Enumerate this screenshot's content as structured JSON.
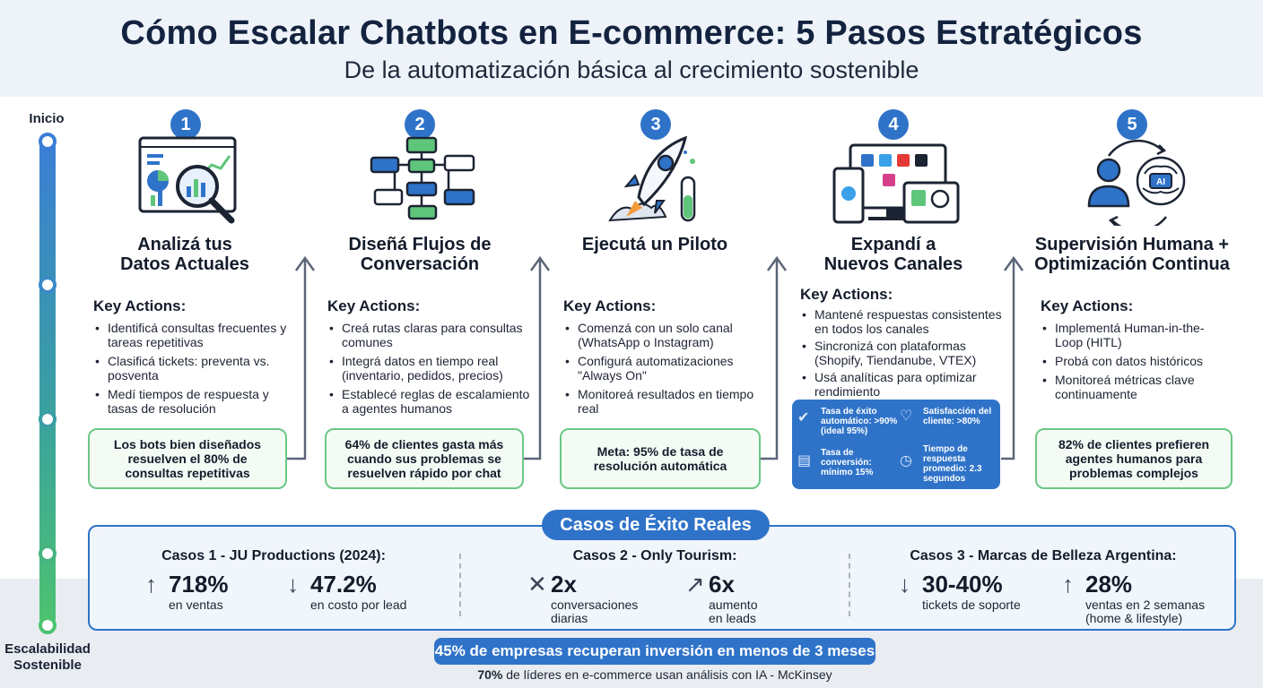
{
  "header": {
    "title": "Cómo Escalar Chatbots en E-commerce: 5 Pasos Estratégicos",
    "subtitle": "De la automatización básica al crecimiento sostenible"
  },
  "timeline": {
    "start_label": "Inicio",
    "end_label_line1": "Escalabilidad",
    "end_label_line2": "Sostenible"
  },
  "key_actions_label": "Key Actions:",
  "steps": [
    {
      "number": "1",
      "title_line1": "Analizá tus",
      "title_line2": "Datos Actuales",
      "actions": [
        "Identificá consultas frecuentes y tareas repetitivas",
        "Clasificá tickets: preventa vs. posventa",
        "Medí tiempos de respuesta y tasas de resolución"
      ],
      "stat": "Los bots bien diseñados resuelven el 80% de consultas repetitivas"
    },
    {
      "number": "2",
      "title_line1": "Diseñá Flujos de",
      "title_line2": "Conversación",
      "actions": [
        "Creá rutas claras para consultas comunes",
        "Integrá datos en tiempo real (inventario, pedidos, precios)",
        "Establecé reglas de escalamiento a agentes humanos"
      ],
      "stat": "64% de clientes gasta más cuando sus problemas se resuelven rápido por chat"
    },
    {
      "number": "3",
      "title_line1": "Ejecutá un Piloto",
      "title_line2": "",
      "actions": [
        "Comenzá con un solo canal (WhatsApp o Instagram)",
        "Configurá automatizaciones \"Always On\"",
        "Monitoreá resultados en tiempo real"
      ],
      "stat": "Meta: 95% de tasa de resolución automática"
    },
    {
      "number": "4",
      "title_line1": "Expandí a",
      "title_line2": "Nuevos Canales",
      "actions": [
        "Mantené respuestas consistentes en todos los canales",
        "Sincronizá con plataformas (Shopify, Tiendanube, VTEX)",
        "Usá analíticas para optimizar rendimiento"
      ],
      "kpis": {
        "k1": "Tasa de éxito automático: >90% (ideal 95%)",
        "k2": "Satisfacción del cliente: >80%",
        "k3": "Tasa de conversión: mínimo 15%",
        "k4": "Tiempo de respuesta promedio: 2.3 segundos"
      }
    },
    {
      "number": "5",
      "title_line1": "Supervisión Humana +",
      "title_line2": "Optimización Continua",
      "actions": [
        "Implementá Human-in-the-Loop (HITL)",
        "Probá con datos históricos",
        "Monitoreá métricas clave continuamente"
      ],
      "stat": "82% de clientes prefieren agentes humanos para problemas complejos"
    }
  ],
  "cases": {
    "heading": "Casos de Éxito Reales",
    "c1": {
      "title": "Casos 1 - JU Productions (2024):",
      "m1": {
        "arrow": "↑",
        "value": "718%",
        "label": "en ventas"
      },
      "m2": {
        "arrow": "↓",
        "value": "47.2%",
        "label": "en costo por lead"
      }
    },
    "c2": {
      "title": "Casos 2 - Only Tourism:",
      "m1": {
        "arrow": "✕",
        "value": "2x",
        "label1": "conversaciones",
        "label2": "diarias"
      },
      "m2": {
        "arrow": "↗",
        "value": "6x",
        "label1": "aumento",
        "label2": "en leads"
      }
    },
    "c3": {
      "title": "Casos 3 - Marcas de Belleza Argentina:",
      "m1": {
        "arrow": "↓",
        "value": "30-40%",
        "label": "tickets de soporte"
      },
      "m2": {
        "arrow": "↑",
        "value": "28%",
        "label1": "ventas en 2 semanas",
        "label2": "(home & lifestyle)"
      }
    }
  },
  "footer": {
    "highlight": "45% de empresas recuperan inversión en menos de 3 meses",
    "note_bold": "70%",
    "note_rest": " de líderes en e-commerce usan análisis con IA - McKinsey"
  },
  "colors": {
    "primary_blue": "#2f73c9",
    "navy": "#13233f",
    "green_border": "#6cc784"
  }
}
